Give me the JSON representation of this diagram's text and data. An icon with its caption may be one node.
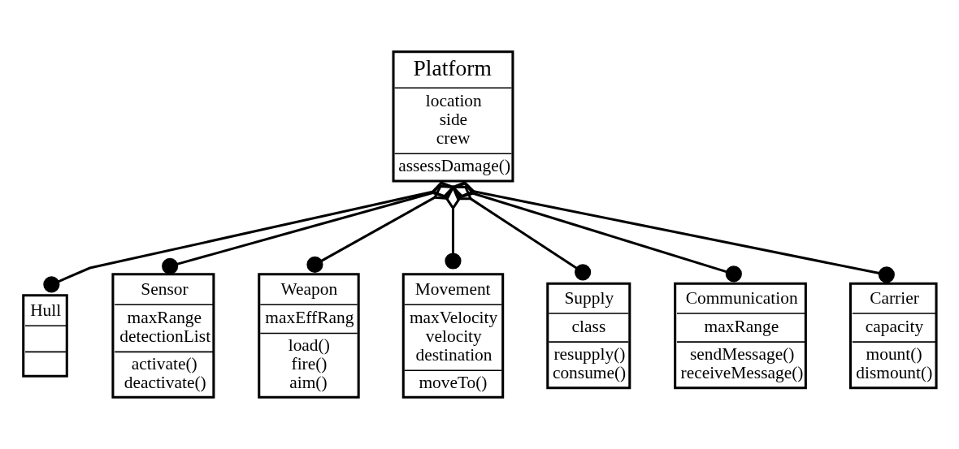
{
  "diagram": {
    "nodes": [
      {
        "text": [
          "Platform",
          "location side crew",
          "assessDamage()"
        ]
      },
      {
        "text": [
          "Hull"
        ]
      },
      {
        "text": [
          "Sensor",
          "maxRange detectionList",
          "activate() deactivate()"
        ]
      },
      {
        "text": [
          "Weapon",
          "maxEffRang",
          "load() fire() aim()"
        ]
      },
      {
        "text": [
          "Movement",
          "maxVelocity velocity destination",
          "moveTo()"
        ]
      },
      {
        "text": [
          "Supply",
          "class",
          "resupply() consume()"
        ]
      },
      {
        "text": [
          "Communication",
          "maxRange",
          "sendMessage() receiveMessage()"
        ]
      },
      {
        "text": [
          "Carrier",
          "capacity",
          "mount() dismount()"
        ]
      }
    ],
    "edges": [
      {
        "from": 0,
        "to": 1,
        "arrow": "other"
      },
      {
        "from": 0,
        "to": 2,
        "arrow": "other"
      },
      {
        "from": 0,
        "to": 3,
        "arrow": "other"
      },
      {
        "from": 0,
        "to": 4,
        "arrow": "other"
      },
      {
        "from": 0,
        "to": 5,
        "arrow": "other"
      },
      {
        "from": 0,
        "to": 6,
        "arrow": "other"
      },
      {
        "from": 0,
        "to": 7,
        "arrow": "other"
      }
    ]
  }
}
